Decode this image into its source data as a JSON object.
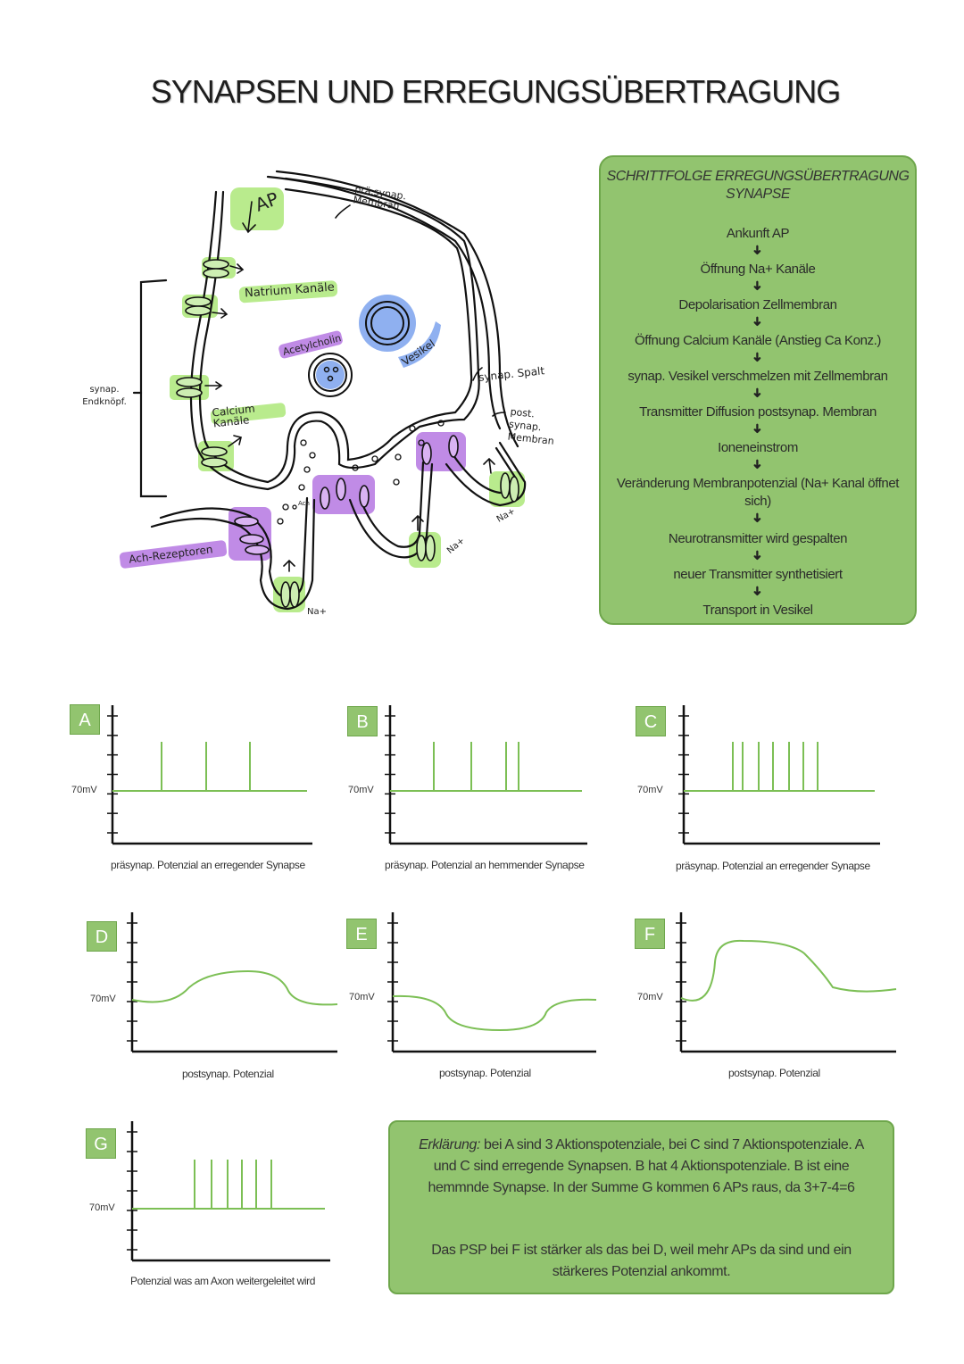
{
  "title": "SYNAPSEN UND ERREGUNGSÜBERTRAGUNG",
  "steps": {
    "title_line1": "SCHRITTFOLGE ERREGUNGSÜBERTRAGUNG",
    "title_line2": "SYNAPSE",
    "items": [
      "Ankunft AP",
      "Öffnung Na+ Kanäle",
      "Depolarisation Zellmembran",
      "Öffnung Calcium Kanäle (Anstieg Ca Konz.)",
      "synap. Vesikel verschmelzen mit Zellmembran",
      "Transmitter Diffusion postsynap. Membran",
      "Ioneneinstrom",
      "Veränderung Membranpotenzial (Na+ Kanal öffnet sich)",
      "Neurotransmitter wird gespalten",
      "neuer Transmitter synthetisiert",
      "Transport in Vesikel"
    ],
    "arrow": "➜"
  },
  "diagram": {
    "ap": "AP",
    "pra_membran": "prä.synap. Membran",
    "natrium": "Natrium Kanäle",
    "acetylcholin": "Acetylcholin",
    "vesikel": "Vesikel",
    "synap_spalt": "synap. Spalt",
    "synap_endknopf": "synap. Endknöpf.",
    "calcium": "Calcium Kanäle",
    "post_membran": "post. synap. Membran",
    "ach_rezeptoren": "Ach-Rezeptoren",
    "ach": "Ach",
    "na1": "Na+",
    "na2": "Na+",
    "na3": "Na+"
  },
  "graphs": [
    {
      "letter": "A",
      "mv": "70mV",
      "caption": "präsynap. Potenzial an erregender Synapse"
    },
    {
      "letter": "B",
      "mv": "70mV",
      "caption": "präsynap. Potenzial an hemmender Synapse"
    },
    {
      "letter": "C",
      "mv": "70mV",
      "caption": "präsynap. Potenzial an erregender Synapse"
    },
    {
      "letter": "D",
      "mv": "70mV",
      "caption": "postsynap. Potenzial"
    },
    {
      "letter": "E",
      "mv": "70mV",
      "caption": "postsynap. Potenzial"
    },
    {
      "letter": "F",
      "mv": "70mV",
      "caption": "postsynap. Potenzial"
    },
    {
      "letter": "G",
      "mv": "70mV",
      "caption": "Potenzial was am Axon weitergeleitet wird"
    }
  ],
  "explanation": {
    "label": "Erklärung:",
    "p1": "bei A sind 3 Aktionspotenziale, bei C sind 7 Aktionspotenziale. A und C sind erregende Synapsen. B hat 4 Aktionspotenziale. B ist eine hemmnde Synapse. In der Summe G kommen 6 APs raus, da 3+7-4=6",
    "p2": "Das PSP bei F ist stärker als das bei D, weil mehr APs da sind und ein stärkeres Potenzial ankommt."
  },
  "colors": {
    "green_box": "#92c46f",
    "green_line": "#7cbf55",
    "highlight_green": "#b9eb8d",
    "highlight_purple": "#c08be6",
    "highlight_blue": "#8fb0f0"
  }
}
